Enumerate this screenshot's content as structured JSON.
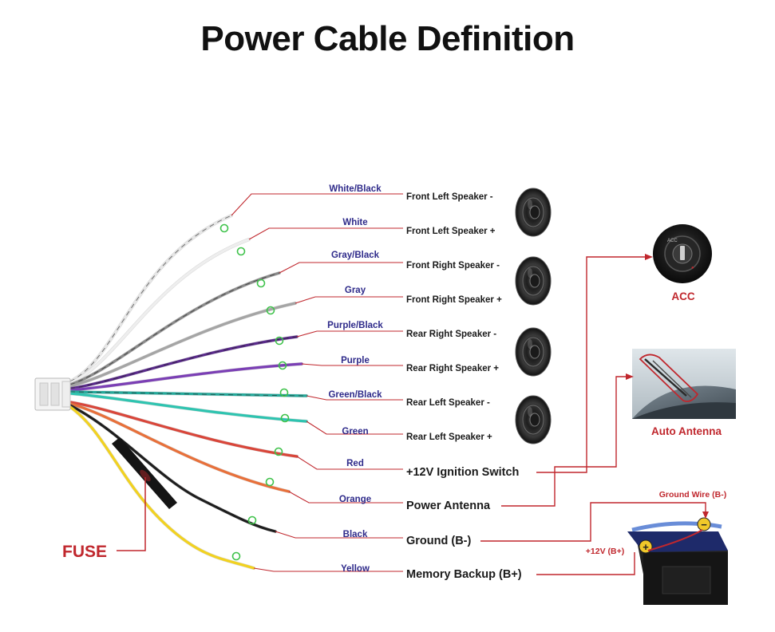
{
  "title": "Power Cable Definition",
  "wires": [
    {
      "color_name": "White/Black",
      "function": "Front Left Speaker -",
      "wire_color": "#e6e6e6",
      "stripe": "#222222"
    },
    {
      "color_name": "White",
      "function": "Front Left Speaker +",
      "wire_color": "#eeeeee",
      "stripe": ""
    },
    {
      "color_name": "Gray/Black",
      "function": "Front Right Speaker -",
      "wire_color": "#8a8a8a",
      "stripe": "#222222"
    },
    {
      "color_name": "Gray",
      "function": "Front Right Speaker +",
      "wire_color": "#a5a5a5",
      "stripe": ""
    },
    {
      "color_name": "Purple/Black",
      "function": "Rear Right Speaker -",
      "wire_color": "#5a2a8c",
      "stripe": "#222222"
    },
    {
      "color_name": "Purple",
      "function": "Rear Right Speaker +",
      "wire_color": "#7b3fb5",
      "stripe": ""
    },
    {
      "color_name": "Green/Black",
      "function": "Rear Left Speaker -",
      "wire_color": "#23a99a",
      "stripe": "#222222"
    },
    {
      "color_name": "Green",
      "function": "Rear Left Speaker +",
      "wire_color": "#2ec4b0",
      "stripe": ""
    },
    {
      "color_name": "Red",
      "function": "+12V Ignition Switch",
      "wire_color": "#d9463a",
      "stripe": ""
    },
    {
      "color_name": "Orange",
      "function": "Power Antenna",
      "wire_color": "#e8703a",
      "stripe": ""
    },
    {
      "color_name": "Black",
      "function": "Ground (B-)",
      "wire_color": "#1e1e1e",
      "stripe": ""
    },
    {
      "color_name": "Yellow",
      "function": "Memory Backup (B+)",
      "wire_color": "#f2d21f",
      "stripe": ""
    }
  ],
  "devices": {
    "acc_label": "ACC",
    "antenna_label": "Auto Antenna",
    "ground_wire_label": "Ground Wire (B-)",
    "battery_positive_label": "+12V  (B+)",
    "fuse_label": "FUSE",
    "battery_plus_symbol": "+",
    "battery_minus_symbol": "−"
  },
  "icons": [
    "speaker-icon",
    "ignition-key-icon",
    "car-antenna-icon",
    "battery-icon",
    "wire-connector-icon",
    "fuse-icon"
  ],
  "colors": {
    "accent_red": "#c0272d",
    "label_blue": "#2e2a8a",
    "leader_line": "#c0272d"
  }
}
